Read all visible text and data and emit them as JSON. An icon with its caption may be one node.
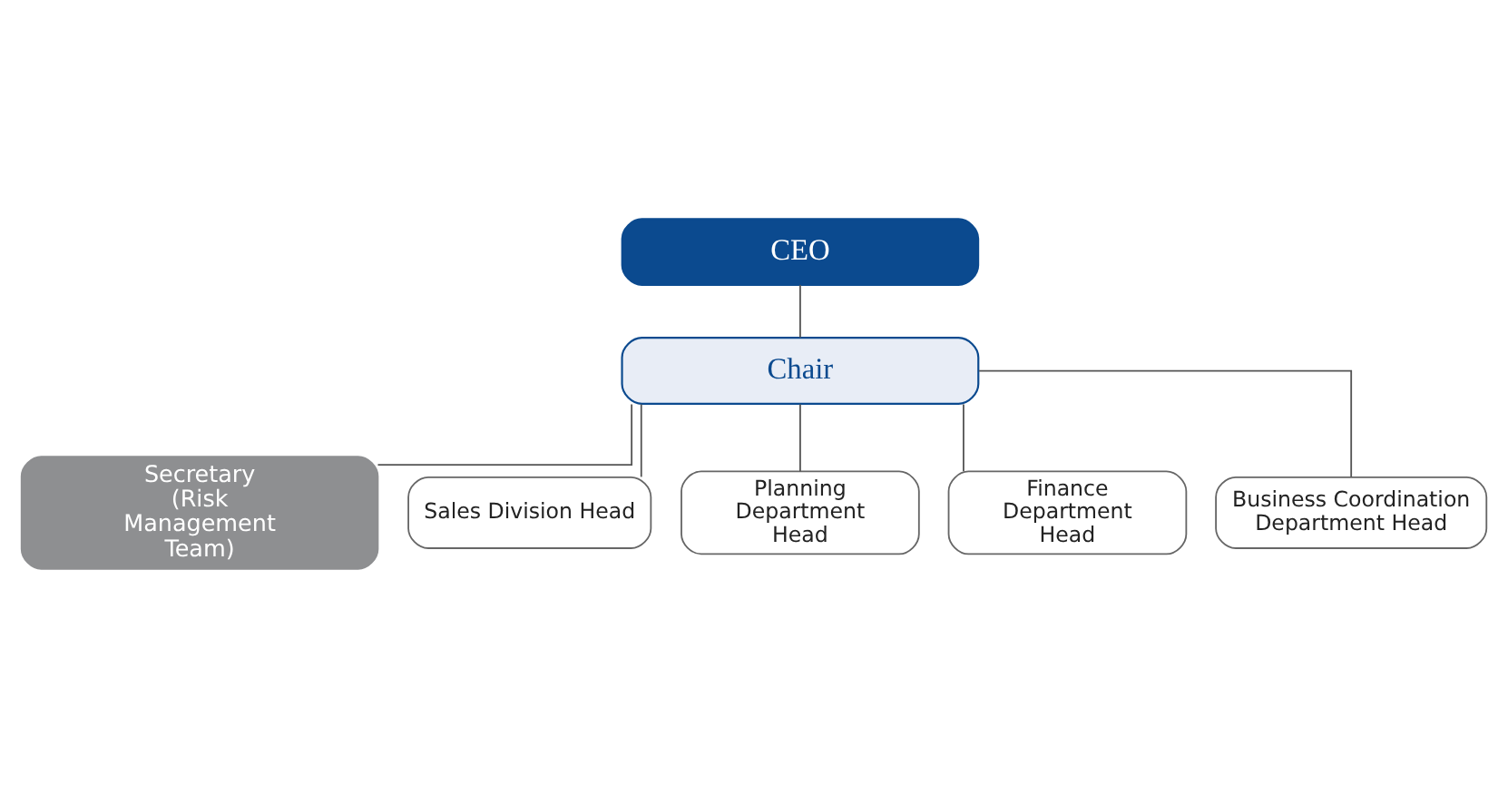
{
  "diagram": {
    "nodes": [
      {
        "text": [
          "CEO"
        ]
      },
      {
        "text": [
          "Chair"
        ]
      },
      {
        "text": [
          "Secretary (Risk Management Team)"
        ]
      },
      {
        "text": [
          "Sales Division Head"
        ]
      },
      {
        "text": [
          "Planning Department Head"
        ]
      },
      {
        "text": [
          "Finance Department Head"
        ]
      },
      {
        "text": [
          "Business Coordination Department Head"
        ]
      }
    ],
    "edges": [
      {
        "from": 0,
        "to": 1,
        "arrow": "none"
      },
      {
        "from": 1,
        "to": 2,
        "arrow": "none"
      },
      {
        "from": 1,
        "to": 3,
        "arrow": "none"
      },
      {
        "from": 1,
        "to": 4,
        "arrow": "none"
      },
      {
        "from": 1,
        "to": 5,
        "arrow": "none"
      },
      {
        "from": 1,
        "to": 6,
        "arrow": "none"
      }
    ]
  }
}
